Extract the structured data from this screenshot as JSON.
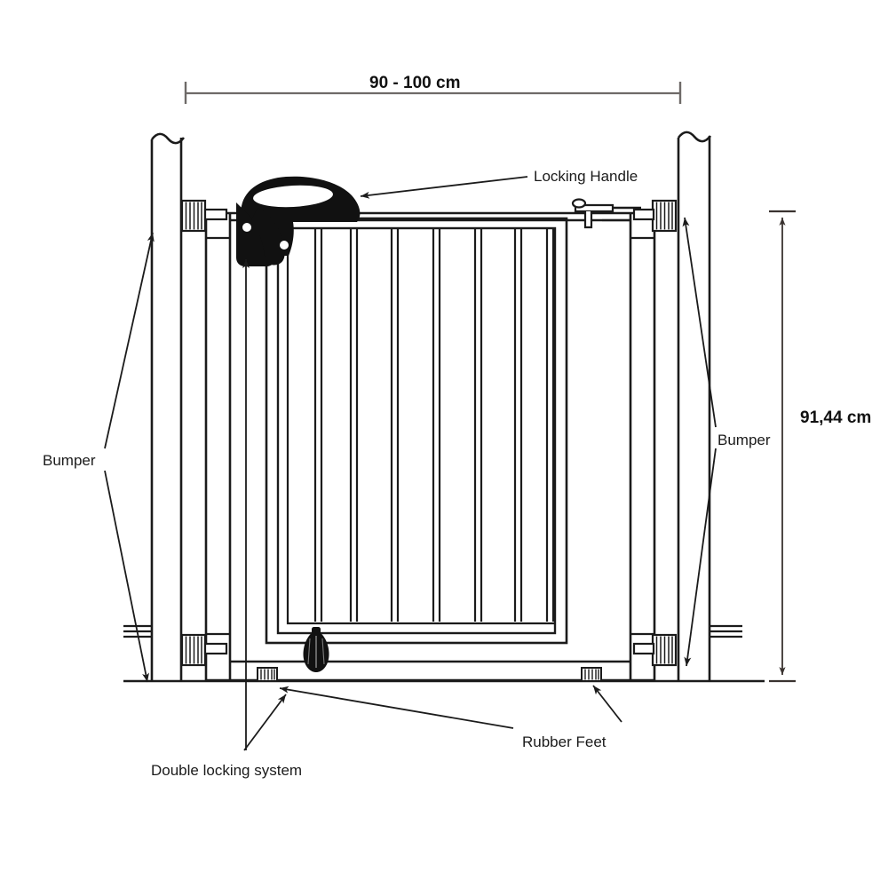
{
  "diagram": {
    "title": "Safety gate technical dimension drawing",
    "background_color": "#ffffff",
    "line_color": "#1b1b1b",
    "dimension_line_color": "#6e6a68",
    "handle_fill_color": "#111111"
  },
  "dimensions": {
    "width_label": "90 - 100 cm",
    "height_label": "91,44 cm"
  },
  "callouts": {
    "locking_handle": "Locking Handle",
    "bumper_left": "Bumper",
    "bumper_right": "Bumper",
    "rubber_feet": "Rubber Feet",
    "double_locking_system": "Double locking system"
  },
  "parts": {
    "left_post": "left-mounting-post",
    "right_post": "right-mounting-post",
    "gate_panel": "gate-panel",
    "vertical_bars_count": 7,
    "bumper_wheels_count": 4,
    "rubber_feet_count": 2,
    "bottom_lock": "bottom-lock-catch",
    "top_latch": "top-latch-catch"
  }
}
